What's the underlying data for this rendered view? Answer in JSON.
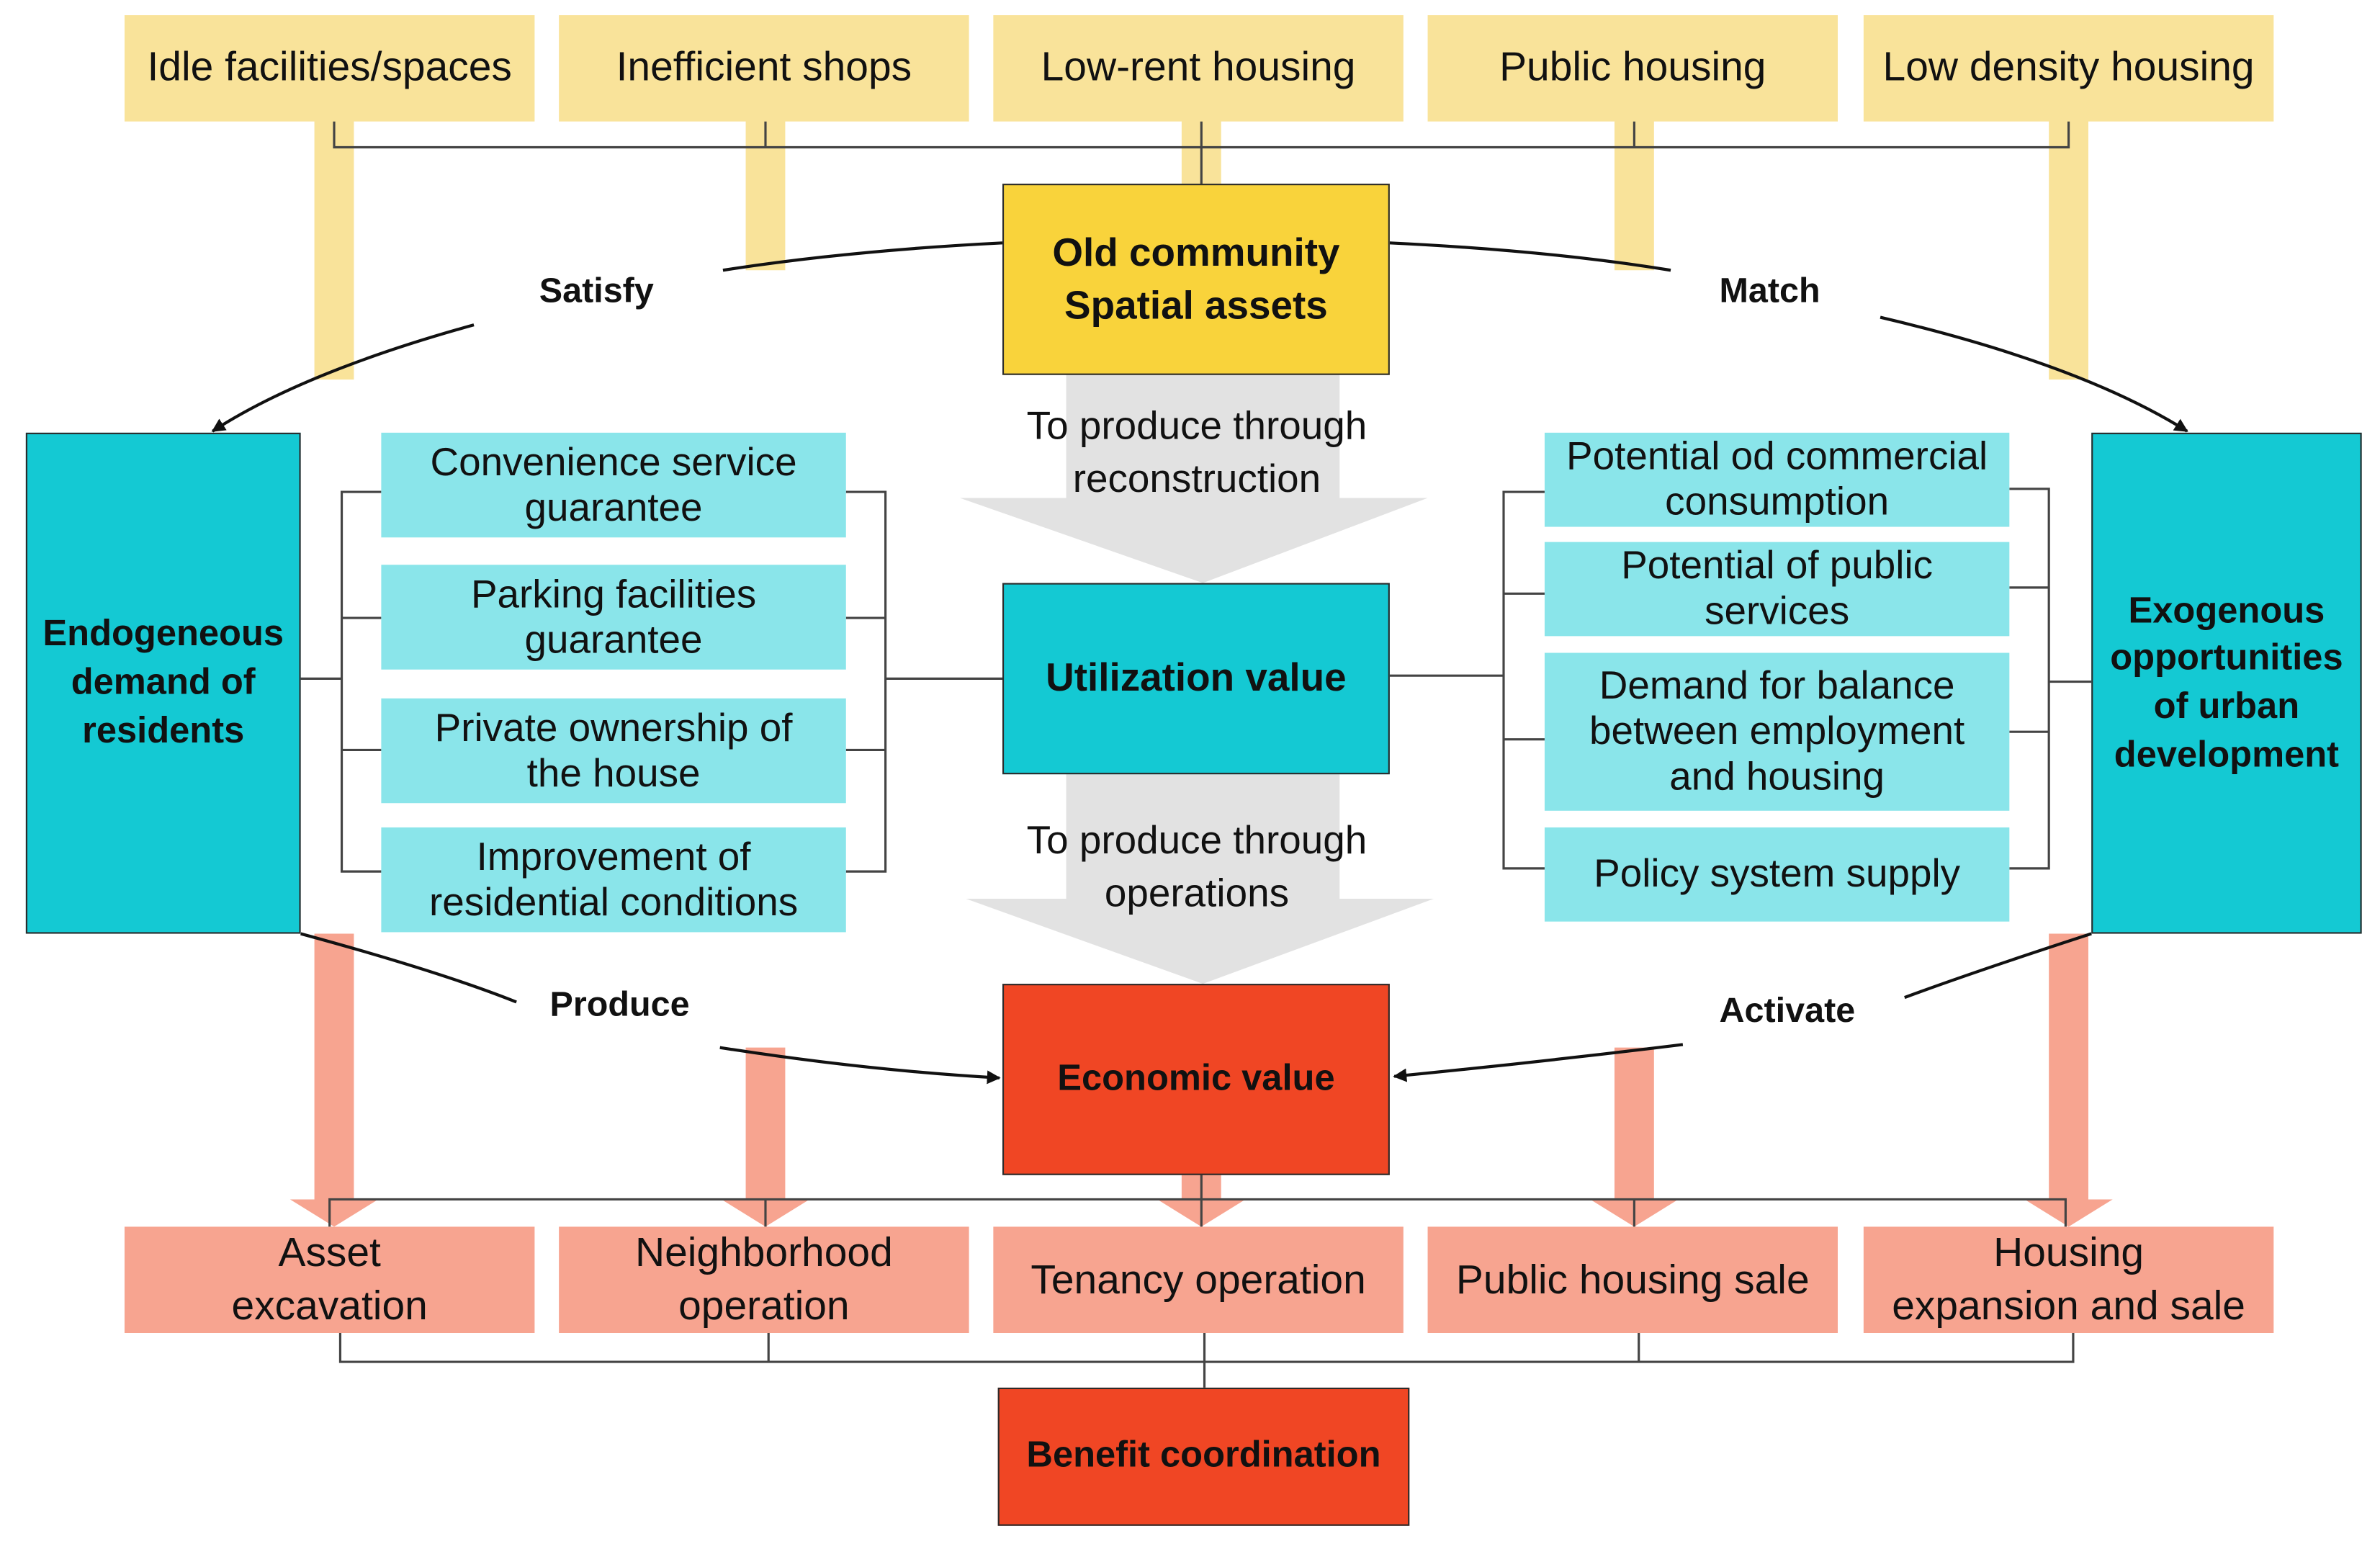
{
  "colors": {
    "asset_yellow": "#f9e39a",
    "core_yellow": "#f9d33b",
    "demand_teal": "#14c9d3",
    "item_cyan": "#8ae5ea",
    "value_red": "#f04624",
    "result_salmon": "#f7a490"
  },
  "top_assets": [
    {
      "label": "Idle facilities/spaces"
    },
    {
      "label": "Inefficient shops"
    },
    {
      "label": "Low-rent housing"
    },
    {
      "label": "Public housing"
    },
    {
      "label": "Low density housing"
    }
  ],
  "core": {
    "assets": "Old community\nSpatial assets",
    "utilization": "Utilization value",
    "economic": "Economic value"
  },
  "flows": {
    "reconstruction": "To produce through\nreconstruction",
    "operations": "To produce through\noperations"
  },
  "relations": {
    "satisfy": "Satisfy",
    "match": "Match",
    "produce": "Produce",
    "activate": "Activate"
  },
  "left_panel": {
    "title": "Endogeneous\ndemand of\nresidents",
    "items": [
      {
        "label": "Convenience service\nguarantee"
      },
      {
        "label": "Parking facilities\nguarantee"
      },
      {
        "label": "Private ownership of\nthe house"
      },
      {
        "label": "Improvement of\nresidential conditions"
      }
    ]
  },
  "right_panel": {
    "title": "Exogenous\nopportunities\nof urban\ndevelopment",
    "items": [
      {
        "label": "Potential od commercial\nconsumption"
      },
      {
        "label": "Potential of public\nservices"
      },
      {
        "label": "Demand for balance\nbetween employment\nand housing"
      },
      {
        "label": "Policy system supply"
      }
    ]
  },
  "bottom_outcomes": [
    {
      "label": "Asset\nexcavation"
    },
    {
      "label": "Neighborhood\noperation"
    },
    {
      "label": "Tenancy operation"
    },
    {
      "label": "Public housing sale"
    },
    {
      "label": "Housing\nexpansion and sale"
    }
  ],
  "result": {
    "label": "Benefit coordination"
  }
}
